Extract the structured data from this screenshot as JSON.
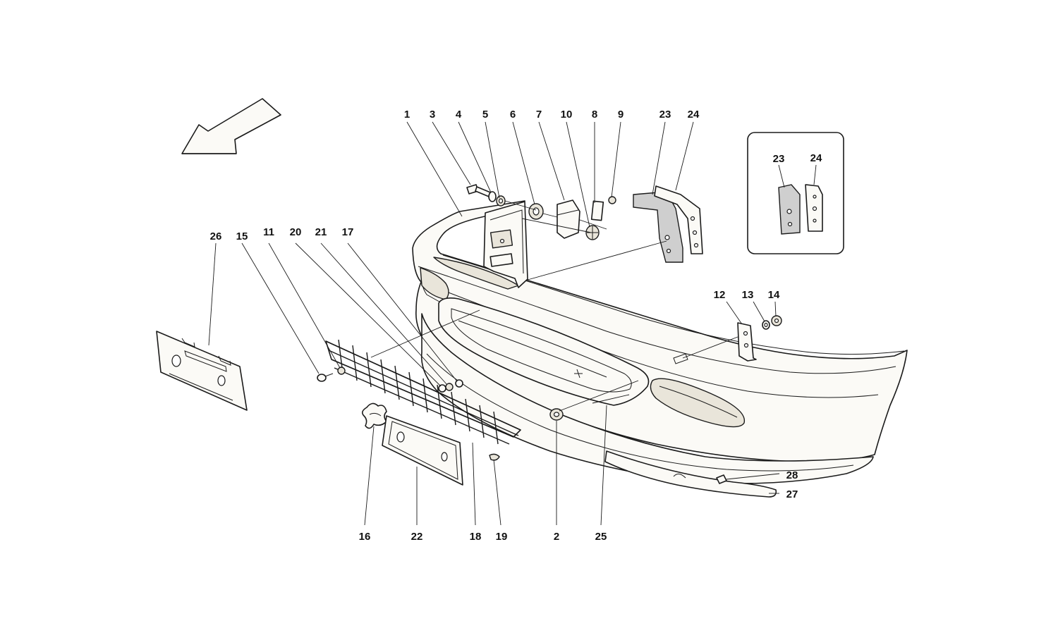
{
  "diagram": {
    "callouts": [
      {
        "id": "1",
        "label": "1"
      },
      {
        "id": "3",
        "label": "3"
      },
      {
        "id": "4",
        "label": "4"
      },
      {
        "id": "5",
        "label": "5"
      },
      {
        "id": "6",
        "label": "6"
      },
      {
        "id": "7",
        "label": "7"
      },
      {
        "id": "10",
        "label": "10"
      },
      {
        "id": "8",
        "label": "8"
      },
      {
        "id": "9",
        "label": "9"
      },
      {
        "id": "23",
        "label": "23"
      },
      {
        "id": "24",
        "label": "24"
      },
      {
        "id": "23-inset",
        "label": "23"
      },
      {
        "id": "24-inset",
        "label": "24"
      },
      {
        "id": "12",
        "label": "12"
      },
      {
        "id": "13",
        "label": "13"
      },
      {
        "id": "14",
        "label": "14"
      },
      {
        "id": "26",
        "label": "26"
      },
      {
        "id": "15",
        "label": "15"
      },
      {
        "id": "11",
        "label": "11"
      },
      {
        "id": "20",
        "label": "20"
      },
      {
        "id": "21",
        "label": "21"
      },
      {
        "id": "17",
        "label": "17"
      },
      {
        "id": "28",
        "label": "28"
      },
      {
        "id": "27",
        "label": "27"
      },
      {
        "id": "16",
        "label": "16"
      },
      {
        "id": "22",
        "label": "22"
      },
      {
        "id": "18",
        "label": "18"
      },
      {
        "id": "19",
        "label": "19"
      },
      {
        "id": "2",
        "label": "2"
      },
      {
        "id": "25",
        "label": "25"
      }
    ]
  }
}
